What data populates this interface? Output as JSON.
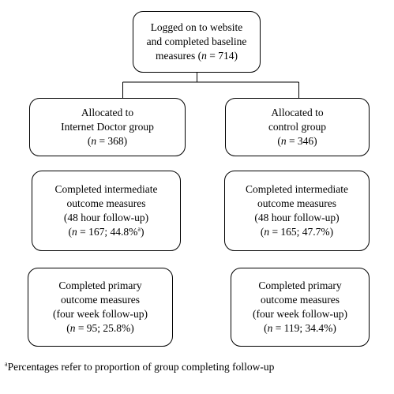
{
  "flowchart": {
    "top": {
      "line1": "Logged on to website",
      "line2": "and completed baseline",
      "line3_pre": "measures (",
      "n_symbol": "n",
      "line3_post": " = 714)"
    },
    "allocated_internet": {
      "line1": "Allocated to",
      "line2": "Internet Doctor group",
      "pre": "(",
      "n_symbol": "n",
      "post": " = 368)"
    },
    "allocated_control": {
      "line1": "Allocated to",
      "line2": "control group",
      "pre": "(",
      "n_symbol": "n",
      "post": " = 346)"
    },
    "intermediate_internet": {
      "line1": "Completed intermediate",
      "line2": "outcome measures",
      "line3": "(48 hour follow-up)",
      "pre": "(",
      "n_symbol": "n",
      "post": " = 167; 44.8%",
      "sup": "a",
      "close": ")"
    },
    "intermediate_control": {
      "line1": "Completed intermediate",
      "line2": "outcome measures",
      "line3": "(48 hour follow-up)",
      "pre": "(",
      "n_symbol": "n",
      "post": " = 165; 47.7%)"
    },
    "primary_internet": {
      "line1": "Completed primary",
      "line2": "outcome measures",
      "line3": "(four week follow-up)",
      "pre": "(",
      "n_symbol": "n",
      "post": " = 95; 25.8%)"
    },
    "primary_control": {
      "line1": "Completed primary",
      "line2": "outcome measures",
      "line3": "(four week follow-up)",
      "pre": "(",
      "n_symbol": "n",
      "post": " = 119; 34.4%)"
    }
  },
  "footnote": {
    "marker": "a",
    "text": "Percentages refer to proportion of group completing follow-up"
  }
}
